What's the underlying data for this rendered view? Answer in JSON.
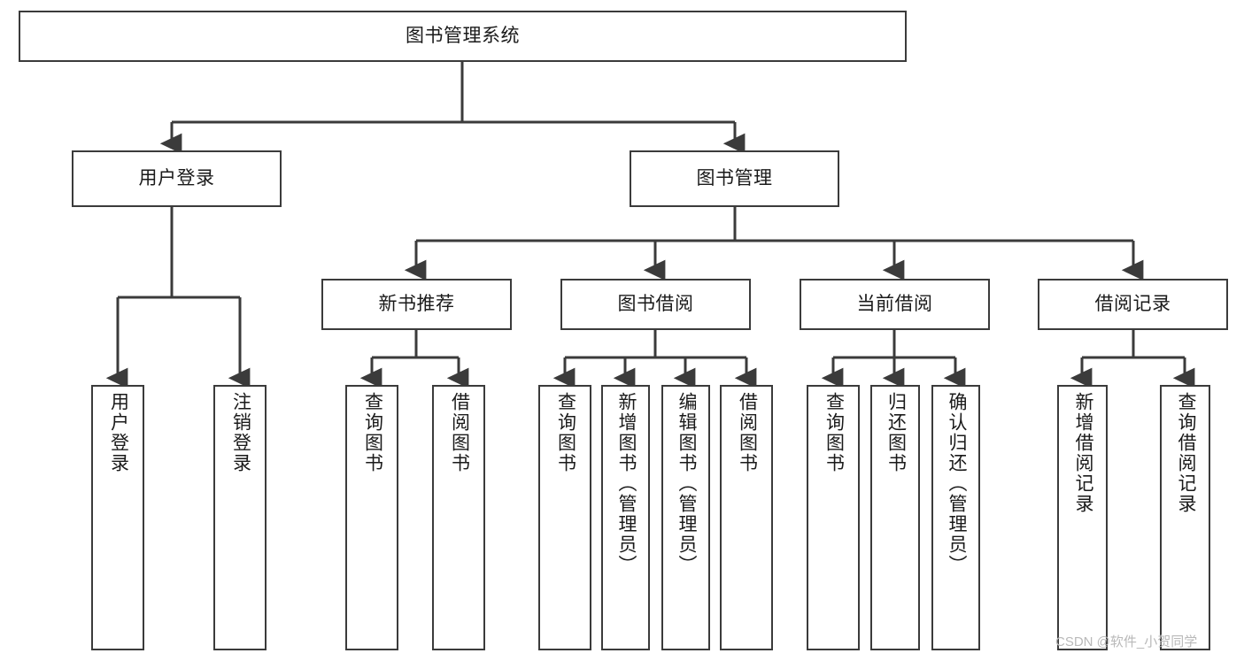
{
  "diagram": {
    "type": "tree",
    "title": "图书管理系统",
    "watermark": "CSDN @软件_小贺同学",
    "colors": {
      "box_border": "#3b3b3b",
      "box_fill": "#ffffff",
      "connector": "#3b3b3b",
      "text": "#1a1a1a",
      "watermark": "#b9b9b9"
    },
    "levels": {
      "root": "图书管理系统",
      "level2": [
        "用户登录",
        "图书管理"
      ],
      "level3": [
        "新书推荐",
        "图书借阅",
        "当前借阅",
        "借阅记录"
      ]
    },
    "nodes": {
      "root": {
        "label": "图书管理系统"
      },
      "user_login": {
        "label": "用户登录"
      },
      "book_manage": {
        "label": "图书管理"
      },
      "new_book_rec": {
        "label": "新书推荐"
      },
      "book_borrow": {
        "label": "图书借阅"
      },
      "current_borrow": {
        "label": "当前借阅"
      },
      "borrow_record": {
        "label": "借阅记录"
      },
      "leaf_user_login": {
        "label": "用户登录"
      },
      "leaf_user_logout": {
        "label": "注销登录"
      },
      "leaf_rec_query": {
        "label": "查询图书"
      },
      "leaf_rec_borrow": {
        "label": "借阅图书"
      },
      "leaf_borrow_query": {
        "label": "查询图书"
      },
      "leaf_borrow_add": {
        "label": "新增图书（管理员）"
      },
      "leaf_borrow_edit": {
        "label": "编辑图书（管理员）"
      },
      "leaf_borrow_do": {
        "label": "借阅图书"
      },
      "leaf_cur_query": {
        "label": "查询图书"
      },
      "leaf_cur_return": {
        "label": "归还图书"
      },
      "leaf_cur_confirm": {
        "label": "确认归还（管理员）"
      },
      "leaf_rec_add": {
        "label": "新增借阅记录"
      },
      "leaf_rec_search": {
        "label": "查询借阅记录"
      }
    },
    "edges": [
      {
        "from": "root",
        "to": "user_login"
      },
      {
        "from": "root",
        "to": "book_manage"
      },
      {
        "from": "user_login",
        "to": "leaf_user_login"
      },
      {
        "from": "user_login",
        "to": "leaf_user_logout"
      },
      {
        "from": "book_manage",
        "to": "new_book_rec"
      },
      {
        "from": "book_manage",
        "to": "book_borrow"
      },
      {
        "from": "book_manage",
        "to": "current_borrow"
      },
      {
        "from": "book_manage",
        "to": "borrow_record"
      },
      {
        "from": "new_book_rec",
        "to": "leaf_rec_query"
      },
      {
        "from": "new_book_rec",
        "to": "leaf_rec_borrow"
      },
      {
        "from": "book_borrow",
        "to": "leaf_borrow_query"
      },
      {
        "from": "book_borrow",
        "to": "leaf_borrow_add"
      },
      {
        "from": "book_borrow",
        "to": "leaf_borrow_edit"
      },
      {
        "from": "book_borrow",
        "to": "leaf_borrow_do"
      },
      {
        "from": "current_borrow",
        "to": "leaf_cur_query"
      },
      {
        "from": "current_borrow",
        "to": "leaf_cur_return"
      },
      {
        "from": "current_borrow",
        "to": "leaf_cur_confirm"
      },
      {
        "from": "borrow_record",
        "to": "leaf_rec_add"
      },
      {
        "from": "borrow_record",
        "to": "leaf_rec_search"
      }
    ]
  }
}
